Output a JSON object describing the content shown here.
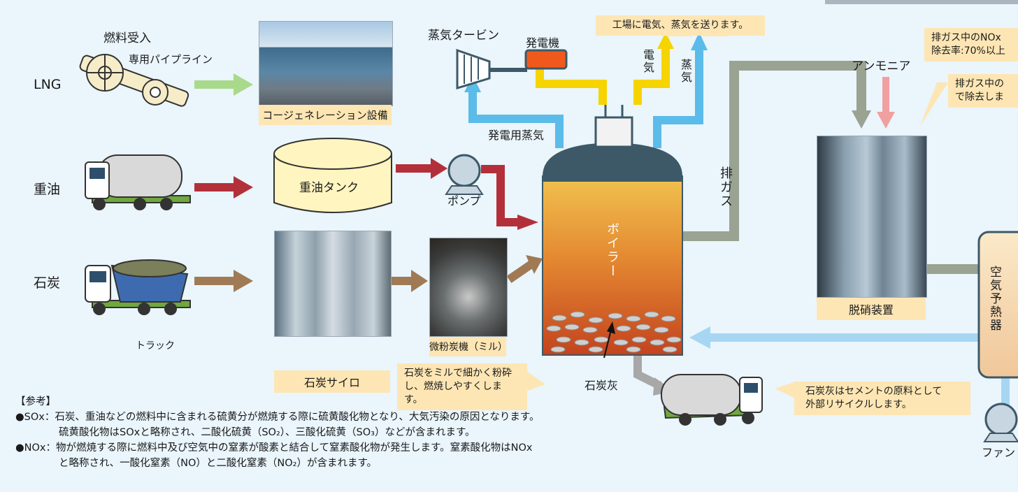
{
  "fuel": {
    "title": "燃料受入",
    "pipeline": "専用パイプライン",
    "lng": "LNG",
    "heavy_oil": "重油",
    "coal": "石炭",
    "truck": "トラック"
  },
  "equipment": {
    "cogeneration": "コージェネレーション設備",
    "oil_tank": "重油タンク",
    "pump": "ポンプ",
    "coal_silo": "石炭サイロ",
    "mill": "微粉炭機（ミル）",
    "boiler": "ボイラー",
    "coal_ash": "石炭灰",
    "steam_turbine": "蒸気タービン",
    "generator": "発電機",
    "denitration": "脱硝装置",
    "air_preheater": "空気予熱器",
    "fan": "ファン"
  },
  "flows": {
    "power_steam": "発電用蒸気",
    "electricity": "電気",
    "steam": "蒸気",
    "exhaust_gas": "排ガス",
    "ammonia": "アンモニア"
  },
  "callouts": {
    "supply": "工場に電気、蒸気を送ります。",
    "nox_rate_1": "排ガス中のNOx",
    "nox_rate_2": "除去率:70%以上",
    "nox_remove_1": "排ガス中の",
    "nox_remove_2": "で除去しま",
    "mill_note_1": "石炭をミルで細かく粉砕",
    "mill_note_2": "し、燃焼しやすくします。",
    "ash_note_1": "石炭灰はセメントの原料として",
    "ash_note_2": "外部リサイクルします。"
  },
  "notes": {
    "heading": "【参考】",
    "sox_1": "●SOx：石炭、重油などの燃料中に含まれる硫黄分が燃焼する際に硫黄酸化物となり、大気汚染の原因となります。",
    "sox_2": "硫黄酸化物はSOxと略称され、二酸化硫黄（SO₂）、三酸化硫黄（SO₃）などが含まれます。",
    "nox_1": "●NOx：物が燃焼する際に燃料中及び空気中の窒素が酸素と結合して窒素酸化物が発生します。窒素酸化物はNOx",
    "nox_2": "と略称され、一酸化窒素（NO）と二酸化窒素（NO₂）が含まれます。"
  },
  "colors": {
    "background": "#eaf5fc",
    "lng_arrow": "#a9d98a",
    "oil_arrow": "#b3303a",
    "coal_arrow": "#a07a55",
    "steam_arrow": "#5bbbe9",
    "electric_arrow": "#f6d400",
    "exhaust_arrow": "#9aa292",
    "ammonia_arrow": "#f0a0a0",
    "air_arrow": "#a6d6f2",
    "ash_arrow": "#a8a8a8",
    "boiler_dome": "#3d5968",
    "callout_fill": "#fde6b4",
    "generator": "#ef5a1c"
  }
}
